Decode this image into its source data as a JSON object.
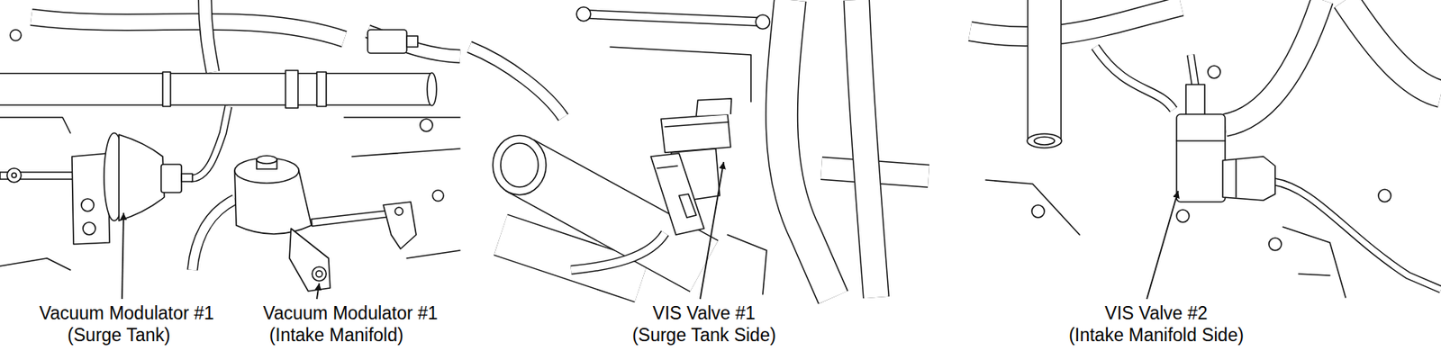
{
  "diagram": {
    "labels": [
      "Vacuum Modulator #1",
      "(Surge Tank)",
      "Vacuum Modulator #1",
      "(Intake Manifold)",
      "VIS Valve #1",
      "(Surge Tank Side)",
      "VIS Valve #2",
      "(Intake Manifold Side)"
    ]
  }
}
